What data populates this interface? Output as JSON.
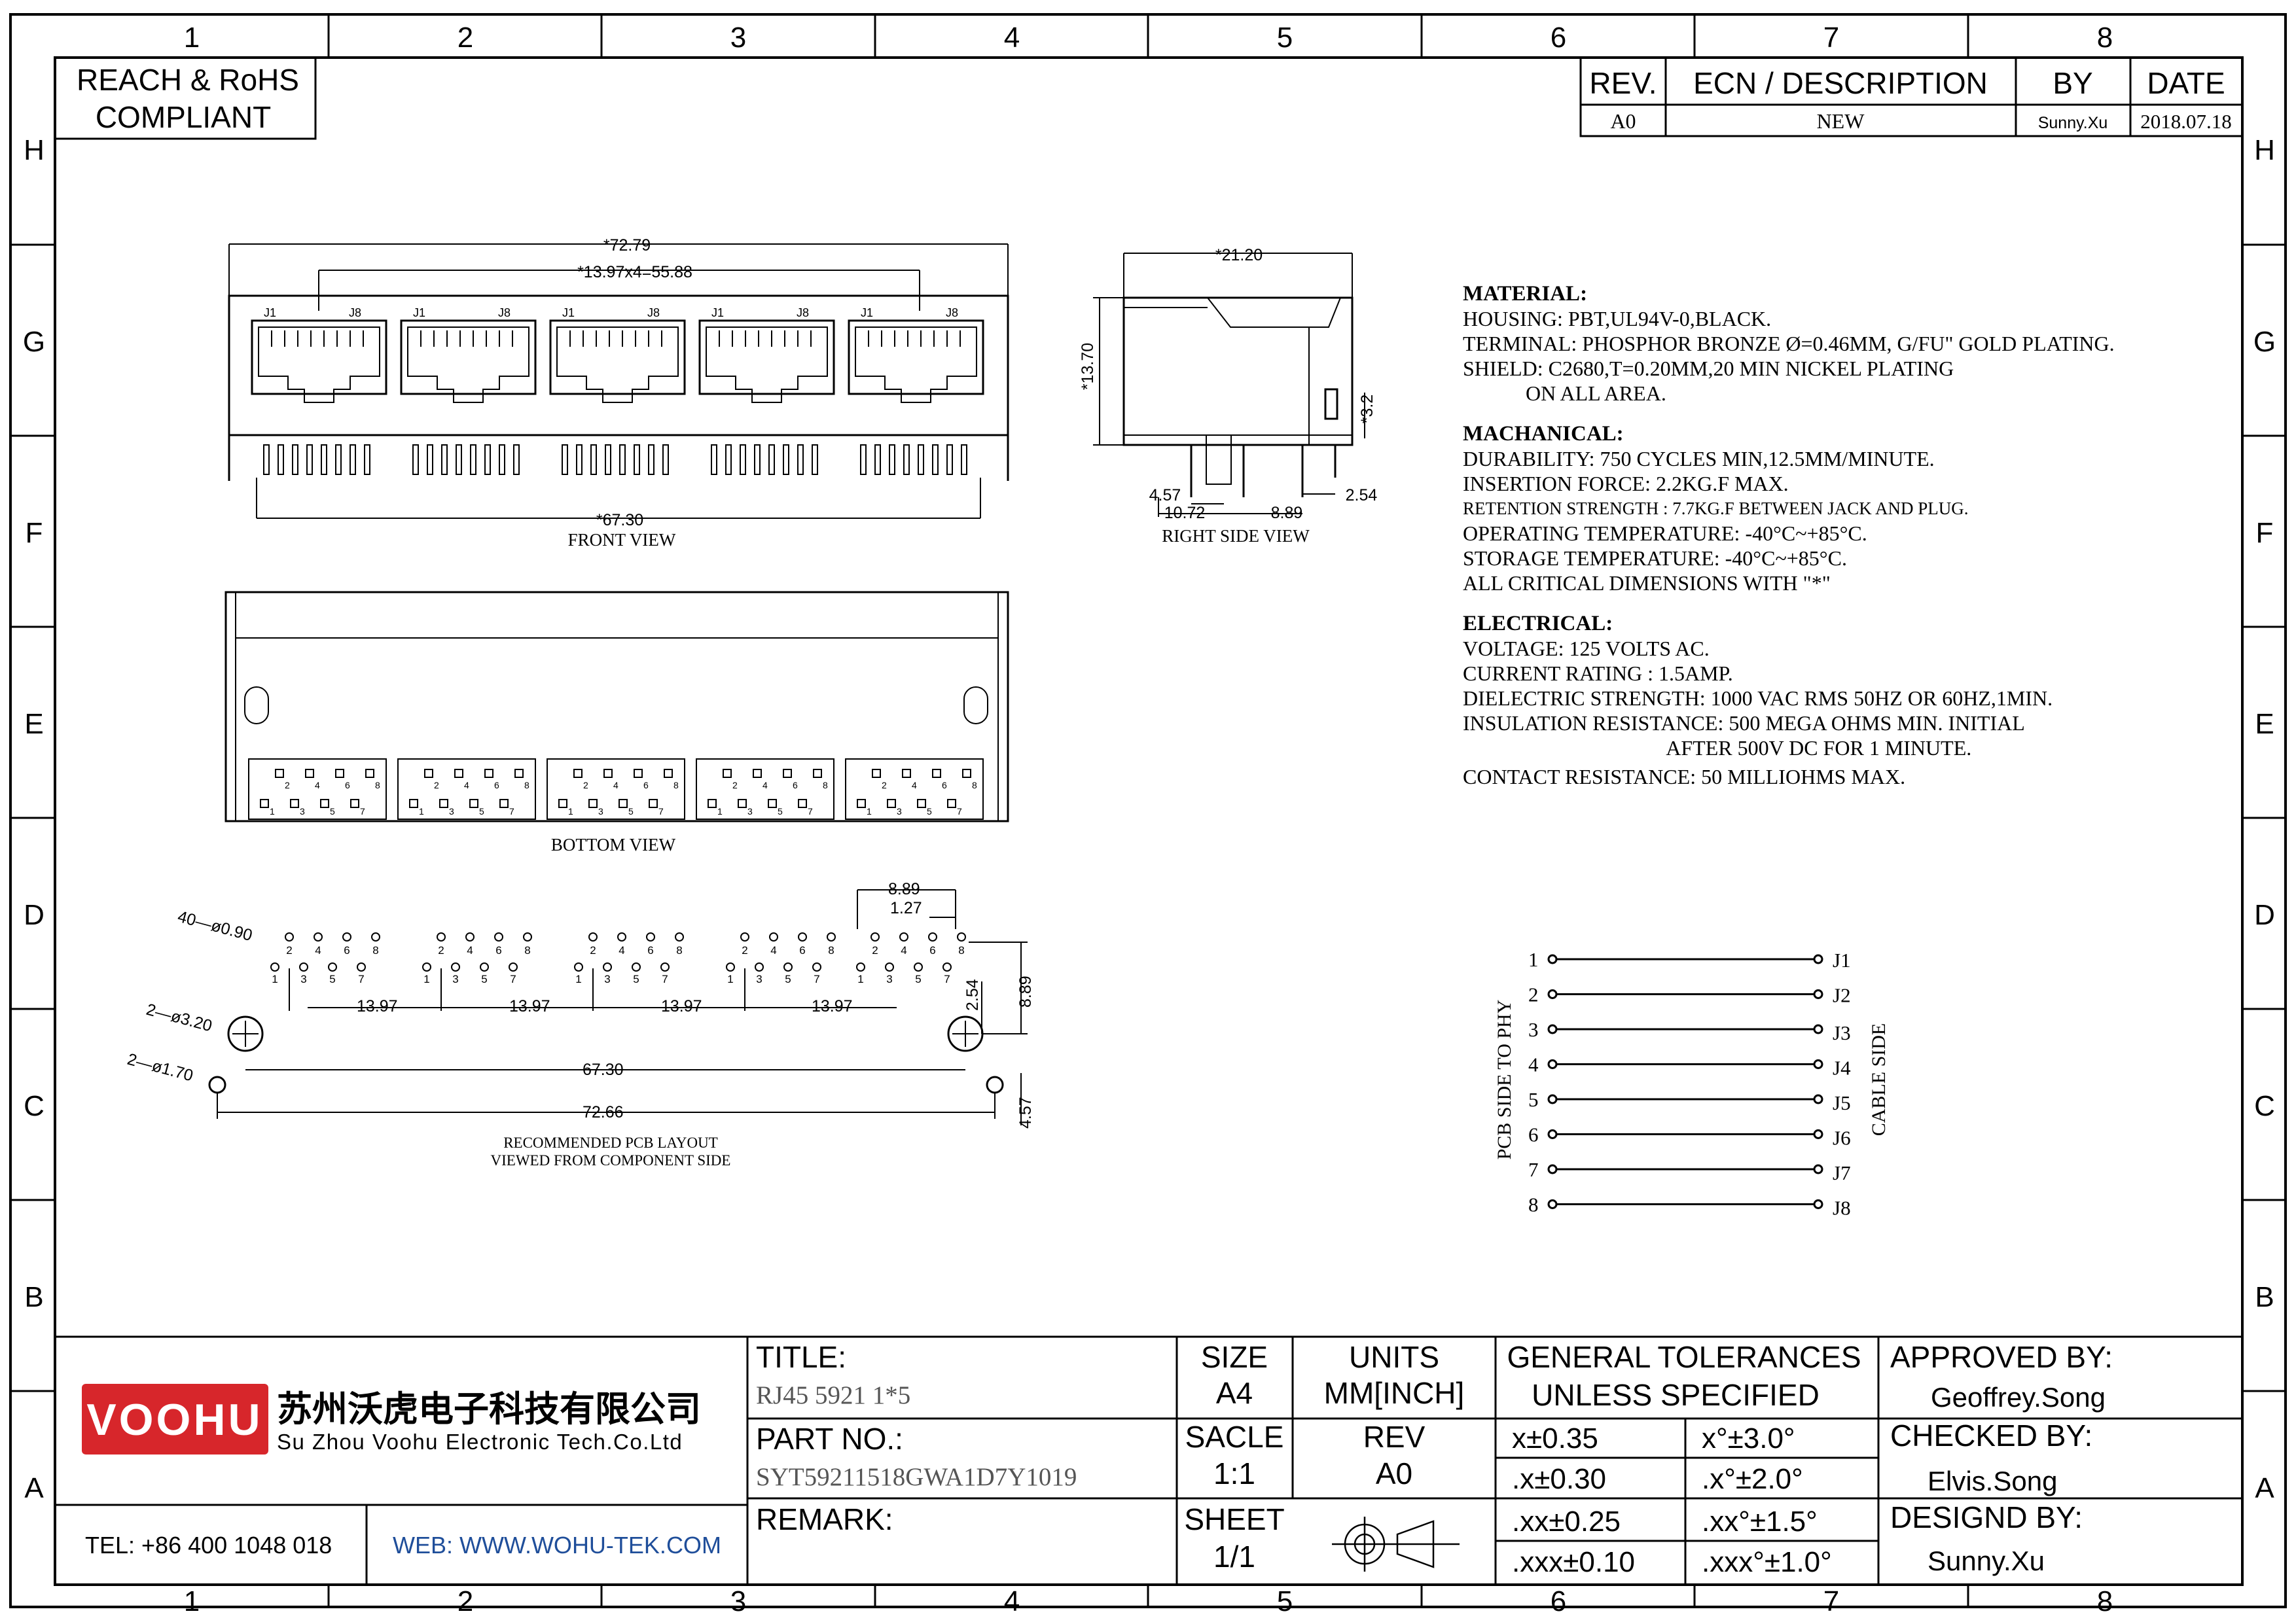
{
  "grid": {
    "columns": [
      "1",
      "2",
      "3",
      "4",
      "5",
      "6",
      "7",
      "8"
    ],
    "rows": [
      "H",
      "G",
      "F",
      "E",
      "D",
      "C",
      "B",
      "A"
    ]
  },
  "compliance": {
    "line1": "REACH & RoHS",
    "line2": "COMPLIANT"
  },
  "revision_table": {
    "headers": [
      "REV.",
      "ECN / DESCRIPTION",
      "BY",
      "DATE"
    ],
    "rows": [
      [
        "A0",
        "NEW",
        "Sunny.Xu",
        "2018.07.18"
      ]
    ]
  },
  "front_view": {
    "caption": "FRONT VIEW",
    "dim_overall": "*72.79",
    "dim_pitch": "*13.97x4=55.88",
    "dim_pins": "*67.30",
    "port_labels": [
      "J1",
      "J8"
    ]
  },
  "side_view": {
    "caption": "RIGHT SIDE VIEW",
    "dim_width": "*21.20",
    "dim_height": "*13.70",
    "dim_tab": "*3.2",
    "dim_a": "4.57",
    "dim_b": "10.72",
    "dim_c": "8.89",
    "dim_d": "2.54"
  },
  "bottom_view": {
    "caption": "BOTTOM VIEW",
    "pin_numbers": [
      "1",
      "2",
      "3",
      "4",
      "5",
      "6",
      "7",
      "8"
    ]
  },
  "pcb_layout": {
    "caption1": "RECOMMENDED PCB LAYOUT",
    "caption2": "VIEWED FROM COMPONENT SIDE",
    "holes_pins": "40—ø0.90",
    "holes_mount": "2—ø3.20",
    "holes_small": "2—ø1.70",
    "pitch": "13.97",
    "dim_8_89": "8.89",
    "dim_1_27": "1.27",
    "dim_2_54": "2.54",
    "dim_8_89_v": "8.89",
    "dim_67_30": "67.30",
    "dim_72_66": "72.66",
    "dim_4_57": "4.57",
    "pin_numbers": [
      "1",
      "2",
      "3",
      "4",
      "5",
      "6",
      "7",
      "8"
    ]
  },
  "notes": {
    "material_title": "MATERIAL:",
    "material": [
      "HOUSING: PBT,UL94V-0,BLACK.",
      "TERMINAL: PHOSPHOR BRONZE Ø=0.46MM, G/FU\" GOLD PLATING.",
      "SHIELD: C2680,T=0.20MM,20 MIN NICKEL PLATING",
      "            ON ALL AREA."
    ],
    "mechanical_title": "MACHANICAL:",
    "mechanical": [
      "DURABILITY: 750 CYCLES MIN,12.5MM/MINUTE.",
      "INSERTION FORCE: 2.2KG.F MAX.",
      "RETENTION STRENGTH : 7.7KG.F BETWEEN JACK AND PLUG.",
      "OPERATING TEMPERATURE: -40°C~+85°C.",
      "STORAGE TEMPERATURE: -40°C~+85°C.",
      "ALL CRITICAL DIMENSIONS WITH \"*\""
    ],
    "electrical_title": "ELECTRICAL:",
    "electrical": [
      "VOLTAGE: 125 VOLTS AC.",
      "CURRENT RATING : 1.5AMP.",
      "DIELECTRIC STRENGTH: 1000 VAC RMS 50HZ OR 60HZ,1MIN.",
      "INSULATION RESISTANCE: 500 MEGA OHMS MIN. INITIAL",
      "                                       AFTER 500V DC FOR 1 MINUTE.",
      "CONTACT RESISTANCE: 50 MILLIOHMS MAX."
    ]
  },
  "schematic": {
    "left_label": "PCB SIDE TO PHY",
    "right_label": "CABLE SIDE",
    "pins": [
      "1",
      "2",
      "3",
      "4",
      "5",
      "6",
      "7",
      "8"
    ],
    "jacks": [
      "J1",
      "J2",
      "J3",
      "J4",
      "J5",
      "J6",
      "J7",
      "J8"
    ]
  },
  "title_block": {
    "logo_text": "VOOHU",
    "company_cn": "苏州沃虎电子科技有限公司",
    "company_en": "Su Zhou Voohu Electronic Tech.Co.Ltd",
    "tel": "TEL: +86 400 1048 018",
    "web": "WEB: WWW.WOHU-TEK.COM",
    "title_label": "TITLE:",
    "title_value": "RJ45  5921  1*5",
    "part_label": "PART NO.:",
    "part_value": "SYT59211518GWA1D7Y1019",
    "remark_label": "REMARK:",
    "size_label": "SIZE",
    "size_value": "A4",
    "units_label": "UNITS",
    "units_value": "MM[INCH]",
    "scale_label": "SACLE",
    "scale_value": "1:1",
    "rev_label": "REV",
    "rev_value": "A0",
    "sheet_label": "SHEET",
    "sheet_value": "1/1",
    "tol_title1": "GENERAL TOLERANCES",
    "tol_title2": "UNLESS SPECIFIED",
    "tolerances": [
      [
        "x±0.35",
        "x°±3.0°"
      ],
      [
        ".x±0.30",
        ".x°±2.0°"
      ],
      [
        ".xx±0.25",
        ".xx°±1.5°"
      ],
      [
        ".xxx±0.10",
        ".xxx°±1.0°"
      ]
    ],
    "approved_label": "APPROVED BY:",
    "approved_value": "Geoffrey.Song",
    "checked_label": "CHECKED BY:",
    "checked_value": "Elvis.Song",
    "designed_label": "DESIGND BY:",
    "designed_value": "Sunny.Xu"
  },
  "colors": {
    "logo_red": "#d7262b",
    "web_blue": "#1f4e9a"
  }
}
